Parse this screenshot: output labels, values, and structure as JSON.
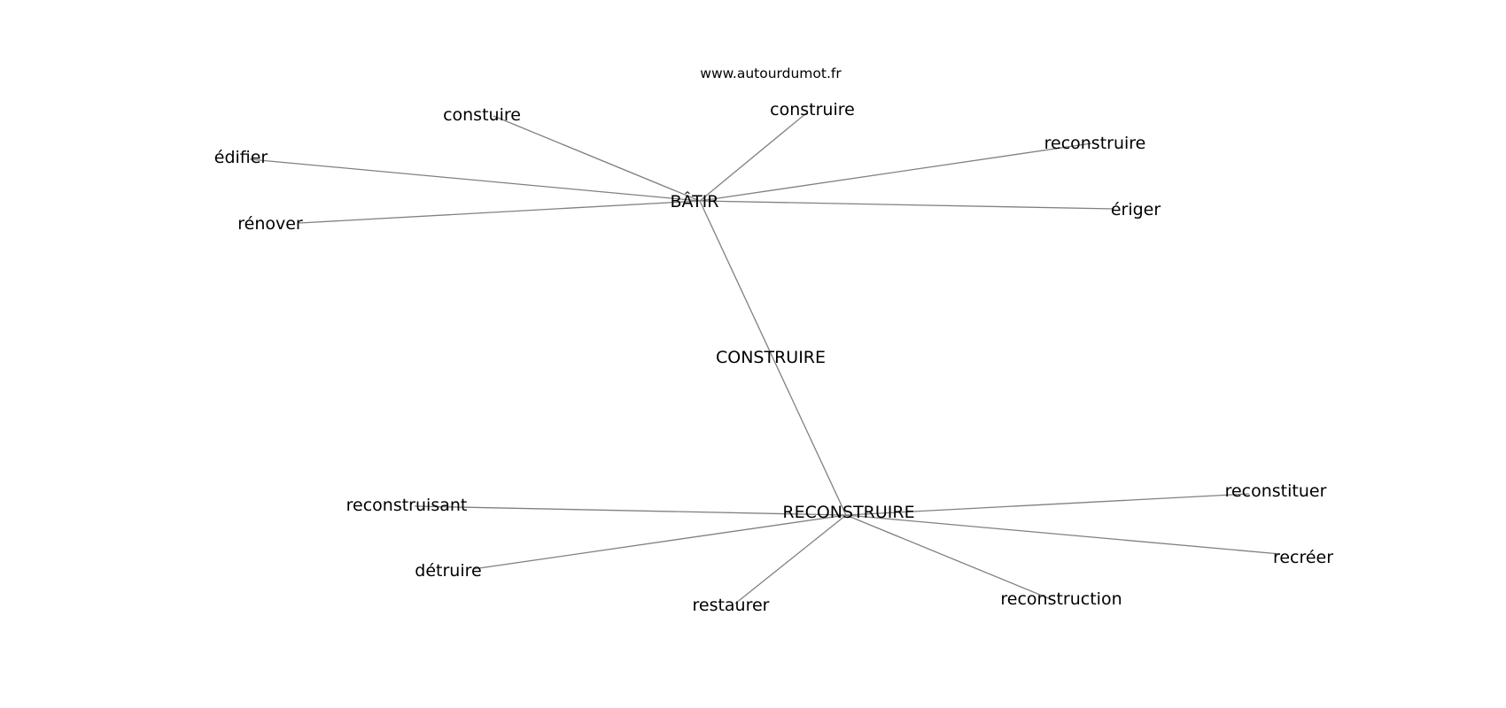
{
  "watermark": "www.autourdumot.fr",
  "nodes": {
    "batir": "BÂTIR",
    "construire_center": "CONSTRUIRE",
    "reconstruire_hub": "RECONSTRUIRE",
    "constuire": "constuire",
    "construire": "construire",
    "edifier": "édifier",
    "renover": "rénover",
    "reconstruire": "reconstruire",
    "eriger": "ériger",
    "reconstruisant": "reconstruisant",
    "reconstituer": "reconstituer",
    "detruire": "détruire",
    "recreer": "recréer",
    "restaurer": "restaurer",
    "reconstruction": "reconstruction"
  },
  "edges": [
    [
      "batir",
      "constuire"
    ],
    [
      "batir",
      "construire"
    ],
    [
      "batir",
      "edifier"
    ],
    [
      "batir",
      "renover"
    ],
    [
      "batir",
      "reconstruire"
    ],
    [
      "batir",
      "eriger"
    ],
    [
      "batir",
      "reconstruire_hub"
    ],
    [
      "reconstruire_hub",
      "reconstruisant"
    ],
    [
      "reconstruire_hub",
      "reconstituer"
    ],
    [
      "reconstruire_hub",
      "detruire"
    ],
    [
      "reconstruire_hub",
      "recreer"
    ],
    [
      "reconstruire_hub",
      "restaurer"
    ],
    [
      "reconstruire_hub",
      "reconstruction"
    ]
  ]
}
